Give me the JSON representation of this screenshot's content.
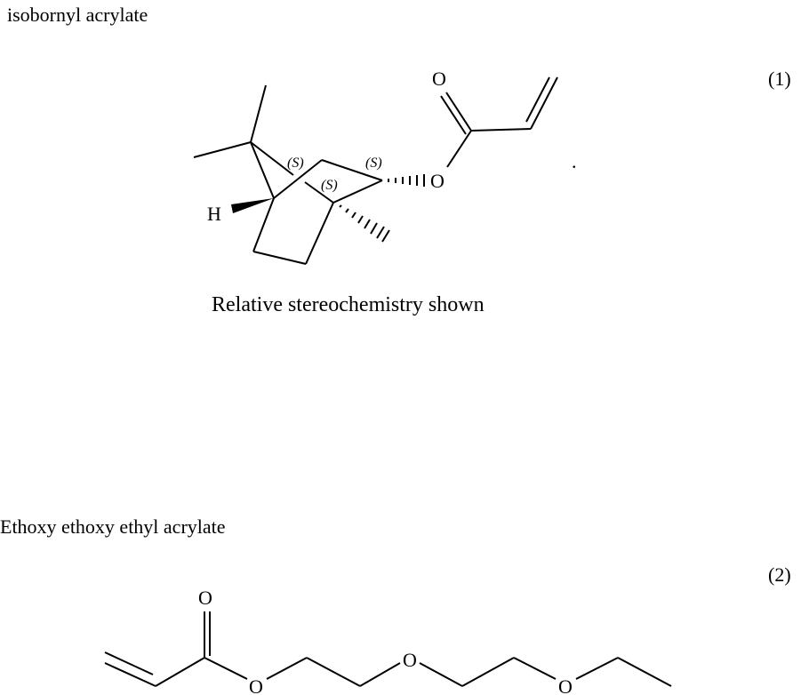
{
  "compound1": {
    "name": "isobornyl acrylate",
    "number": "(1)",
    "caption": "Relative stereochemistry shown",
    "atoms": {
      "carbonyl_o": "O",
      "ester_o": "O",
      "hydrogen": "H"
    },
    "stereo_labels": [
      "(S)",
      "(S)",
      "(S)"
    ],
    "period": "."
  },
  "compound2": {
    "name": "Ethoxy ethoxy ethyl acrylate",
    "number": "(2)",
    "atoms": {
      "carbonyl_o": "O",
      "ester_o": "O",
      "ether_o1": "O",
      "ether_o2": "O"
    }
  }
}
